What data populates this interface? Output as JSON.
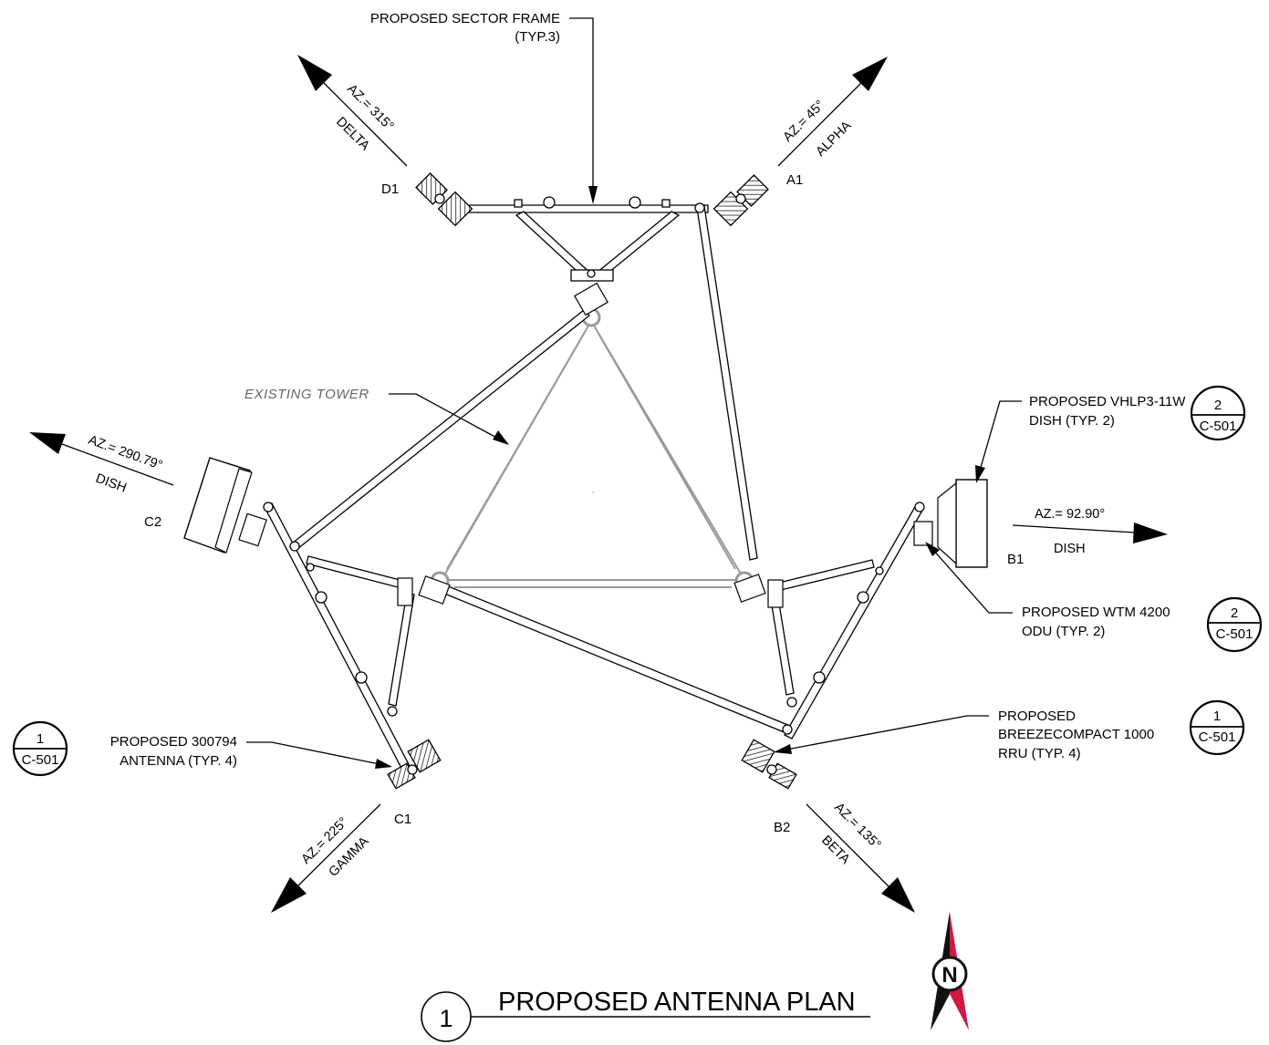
{
  "title": {
    "number": "1",
    "text": "PROPOSED ANTENNA PLAN"
  },
  "sectors": {
    "delta": {
      "azimuth": "AZ.= 315°",
      "name": "DELTA",
      "id": "D1"
    },
    "alpha": {
      "azimuth": "AZ.= 45°",
      "name": "ALPHA",
      "id": "A1"
    },
    "dish_c2": {
      "azimuth": "AZ.= 290.79°",
      "name": "DISH",
      "id": "C2"
    },
    "dish_b1": {
      "azimuth": "AZ.= 92.90°",
      "name": "DISH",
      "id": "B1"
    },
    "gamma": {
      "azimuth": "AZ.= 225°",
      "name": "GAMMA",
      "id": "C1"
    },
    "beta": {
      "azimuth": "AZ.= 135°",
      "name": "BETA",
      "id": "B2"
    }
  },
  "callouts": {
    "sector_frame": {
      "line1": "PROPOSED SECTOR FRAME",
      "line2": "(TYP.3)"
    },
    "existing_tower": {
      "line1": "EXISTING TOWER"
    },
    "dish": {
      "line1": "PROPOSED VHLP3-11W",
      "line2": "DISH (TYP. 2)",
      "ref_num": "2",
      "ref_sheet": "C-501"
    },
    "odu": {
      "line1": "PROPOSED WTM 4200",
      "line2": "ODU (TYP. 2)",
      "ref_num": "2",
      "ref_sheet": "C-501"
    },
    "rru": {
      "line1": "PROPOSED",
      "line2": "BREEZECOMPACT 1000",
      "line3": "RRU (TYP. 4)",
      "ref_num": "1",
      "ref_sheet": "C-501"
    },
    "antenna": {
      "line1": "PROPOSED 300794",
      "line2": "ANTENNA (TYP. 4)",
      "ref_num": "1",
      "ref_sheet": "C-501"
    }
  },
  "north_arrow": {
    "letter": "N",
    "colors": {
      "north": "#d4173f",
      "south": "#111111"
    }
  }
}
